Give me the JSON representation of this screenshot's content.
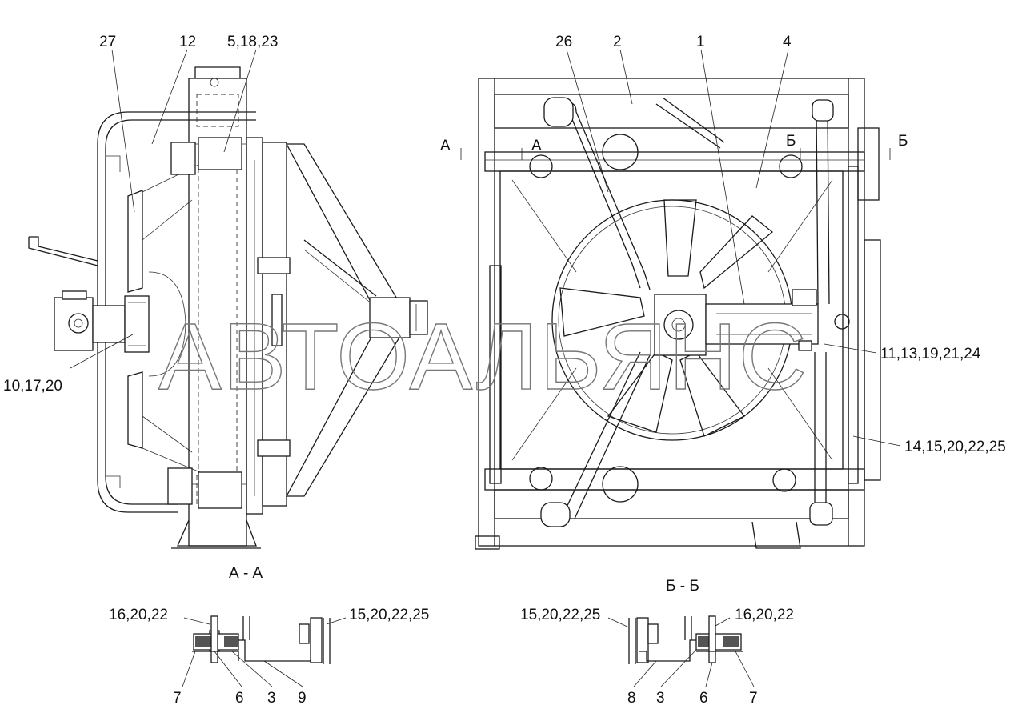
{
  "diagram": {
    "watermark": "АВТОАЛЬЯНС",
    "section_titles": {
      "aa": "А - А",
      "bb": "Б - Б"
    },
    "section_marks": {
      "a_left": "А",
      "a_right": "А",
      "b_left": "Б",
      "b_right": "Б"
    },
    "callouts": {
      "c27": "27",
      "c12": "12",
      "c5_18_23": "5,18,23",
      "c26": "26",
      "c2": "2",
      "c1": "1",
      "c4": "4",
      "c10_17_20": "10,17,20",
      "c11_13_19_21_24": "11,13,19,21,24",
      "c14_15_20_22_25": "14,15,20,22,25",
      "aa_16_20_22": "16,20,22",
      "aa_15_20_22_25": "15,20,22,25",
      "aa_7": "7",
      "aa_6": "6",
      "aa_3": "3",
      "aa_9": "9",
      "bb_15_20_22_25": "15,20,22,25",
      "bb_16_20_22": "16,20,22",
      "bb_8": "8",
      "bb_3": "3",
      "bb_6": "6",
      "bb_7": "7"
    }
  }
}
